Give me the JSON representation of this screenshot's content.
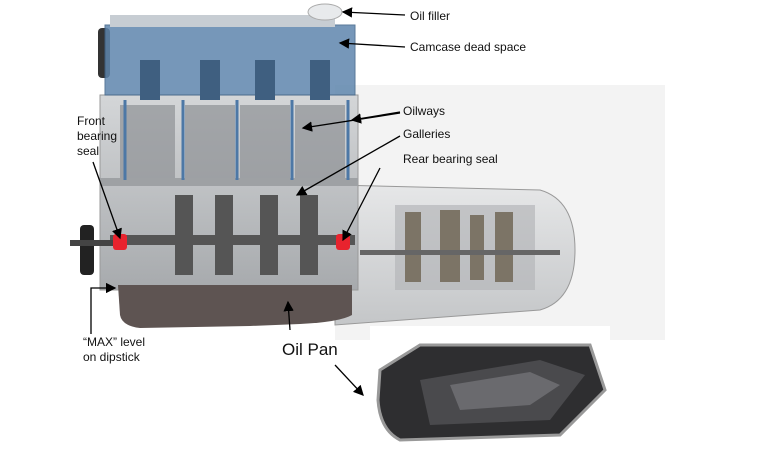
{
  "labels": {
    "oil_filler": "Oil filler",
    "camcase_dead_space": "Camcase dead space",
    "oilways": "Oilways",
    "galleries": "Galleries",
    "rear_bearing_seal": "Rear bearing seal",
    "front_bearing_seal": [
      "Front",
      "bearing",
      "seal"
    ],
    "max_level": [
      "“MAX” level",
      "on dipstick"
    ],
    "oil_pan": "Oil Pan"
  },
  "colors": {
    "head": "#5f86ad",
    "block": "#b9bcbf",
    "pan": "#5e5452",
    "seal": "#e8232e"
  }
}
